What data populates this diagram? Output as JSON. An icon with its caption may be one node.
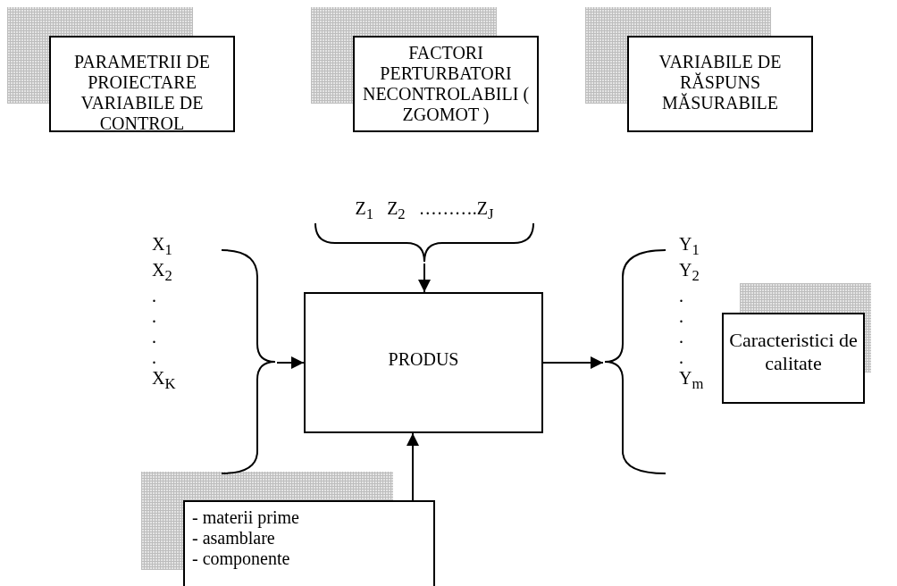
{
  "diagram": {
    "nodes": [
      {
        "text": [
          "PARAMETRII DE PROIECTARE VARIABILE DE CONTROL"
        ]
      },
      {
        "text": [
          "FACTORI PERTURBATORI NECONTROLABILI ( ZGOMOT )"
        ]
      },
      {
        "text": [
          "VARIABILE DE RĂSPUNS MĂSURABILE"
        ]
      },
      {
        "text": [
          "Z$_{1}$   Z$_{2}$   ……….Z$_{J}$"
        ]
      },
      {
        "text": [
          "X$_{1}$",
          "X$_{2}$",
          ".",
          ".",
          ".",
          ".",
          "X$_{K}$"
        ]
      },
      {
        "text": [
          "PRODUS"
        ]
      },
      {
        "text": [
          "Y$_{1}$",
          "Y$_{2}$",
          ".",
          ".",
          ".",
          ".",
          "Y$_{m}$"
        ]
      },
      {
        "text": [
          "Caracteristici de calitate"
        ]
      },
      {
        "text": [
          "- materii prime",
          "- asamblare",
          "- componente"
        ]
      }
    ],
    "edges": [
      {
        "from": 3,
        "to": 5,
        "arrow": "to"
      },
      {
        "from": 4,
        "to": 5,
        "arrow": "to"
      },
      {
        "from": 5,
        "to": 6,
        "arrow": "to"
      },
      {
        "from": 8,
        "to": 5,
        "arrow": "to"
      }
    ]
  }
}
